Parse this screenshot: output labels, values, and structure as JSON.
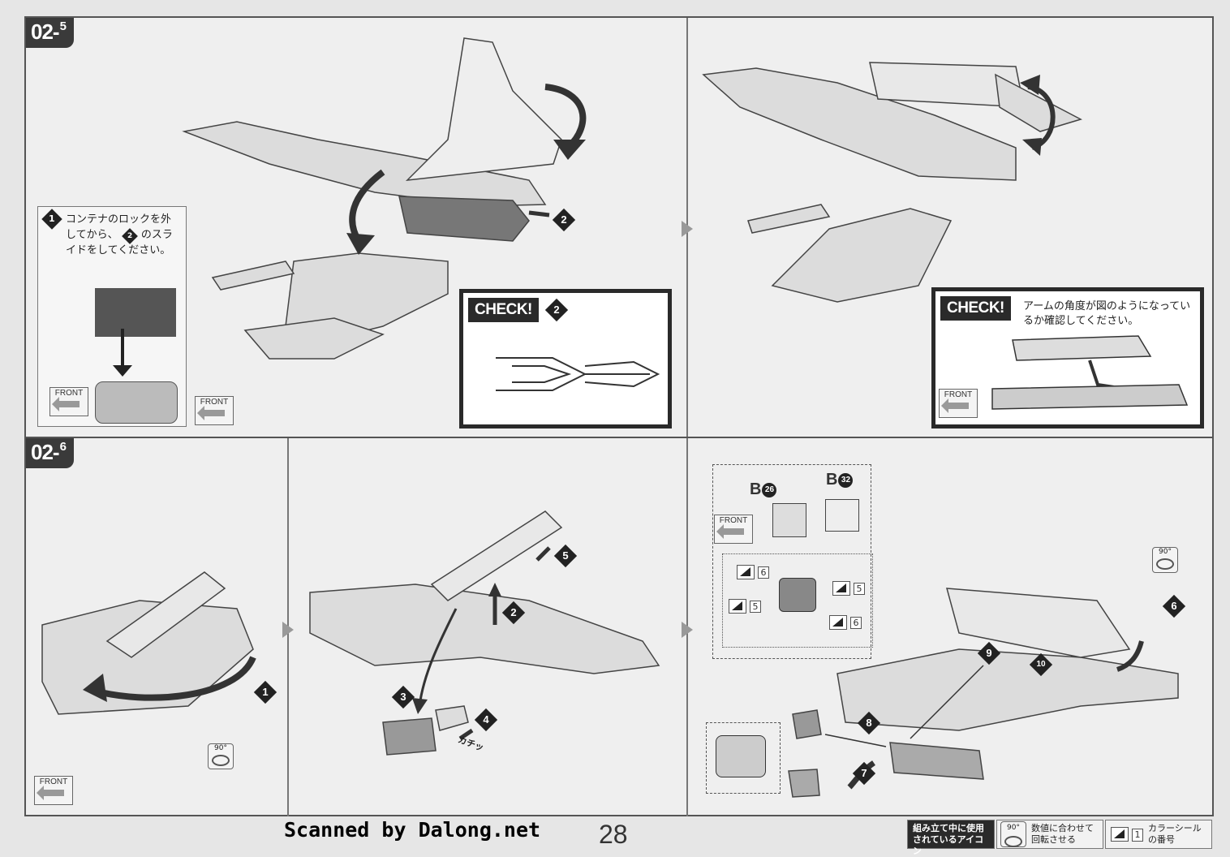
{
  "page": {
    "number": "28",
    "scan_credit": "Scanned by Dalong.net"
  },
  "section_a": {
    "step_id": "02",
    "step_sub": "5",
    "callout": {
      "number": "1",
      "text_before": "コンテナのロックを外してから、",
      "ref": "2",
      "text_after": "のスライドをしてください。"
    },
    "front_label": "FRONT",
    "step2_badge": "2",
    "check_left": {
      "label": "CHECK!",
      "ref": "2"
    },
    "check_right": {
      "label": "CHECK!",
      "text": "アームの角度が図のようになっているか確認してください。",
      "front_label": "FRONT"
    }
  },
  "section_b": {
    "step_id": "02",
    "step_sub": "6",
    "panel1": {
      "badge": "1",
      "rot_label": "90°",
      "front_label": "FRONT"
    },
    "panel2": {
      "badges": [
        "2",
        "3",
        "4",
        "5"
      ],
      "sound": "カチッ"
    },
    "panel3": {
      "part_b26": {
        "letter": "B",
        "num": "26"
      },
      "part_b32": {
        "letter": "B",
        "num": "32"
      },
      "front_label": "FRONT",
      "seals": [
        "6",
        "5",
        "5",
        "6"
      ],
      "rot_label": "90°",
      "badges": [
        "6",
        "7",
        "8",
        "9",
        "10"
      ]
    }
  },
  "legend": {
    "title": "組み立て中に使用されているアイコン",
    "rotate_icon": "90°",
    "rotate_text": "数値に合わせて回転させる",
    "seal_num": "1",
    "seal_text": "カラーシールの番号"
  }
}
